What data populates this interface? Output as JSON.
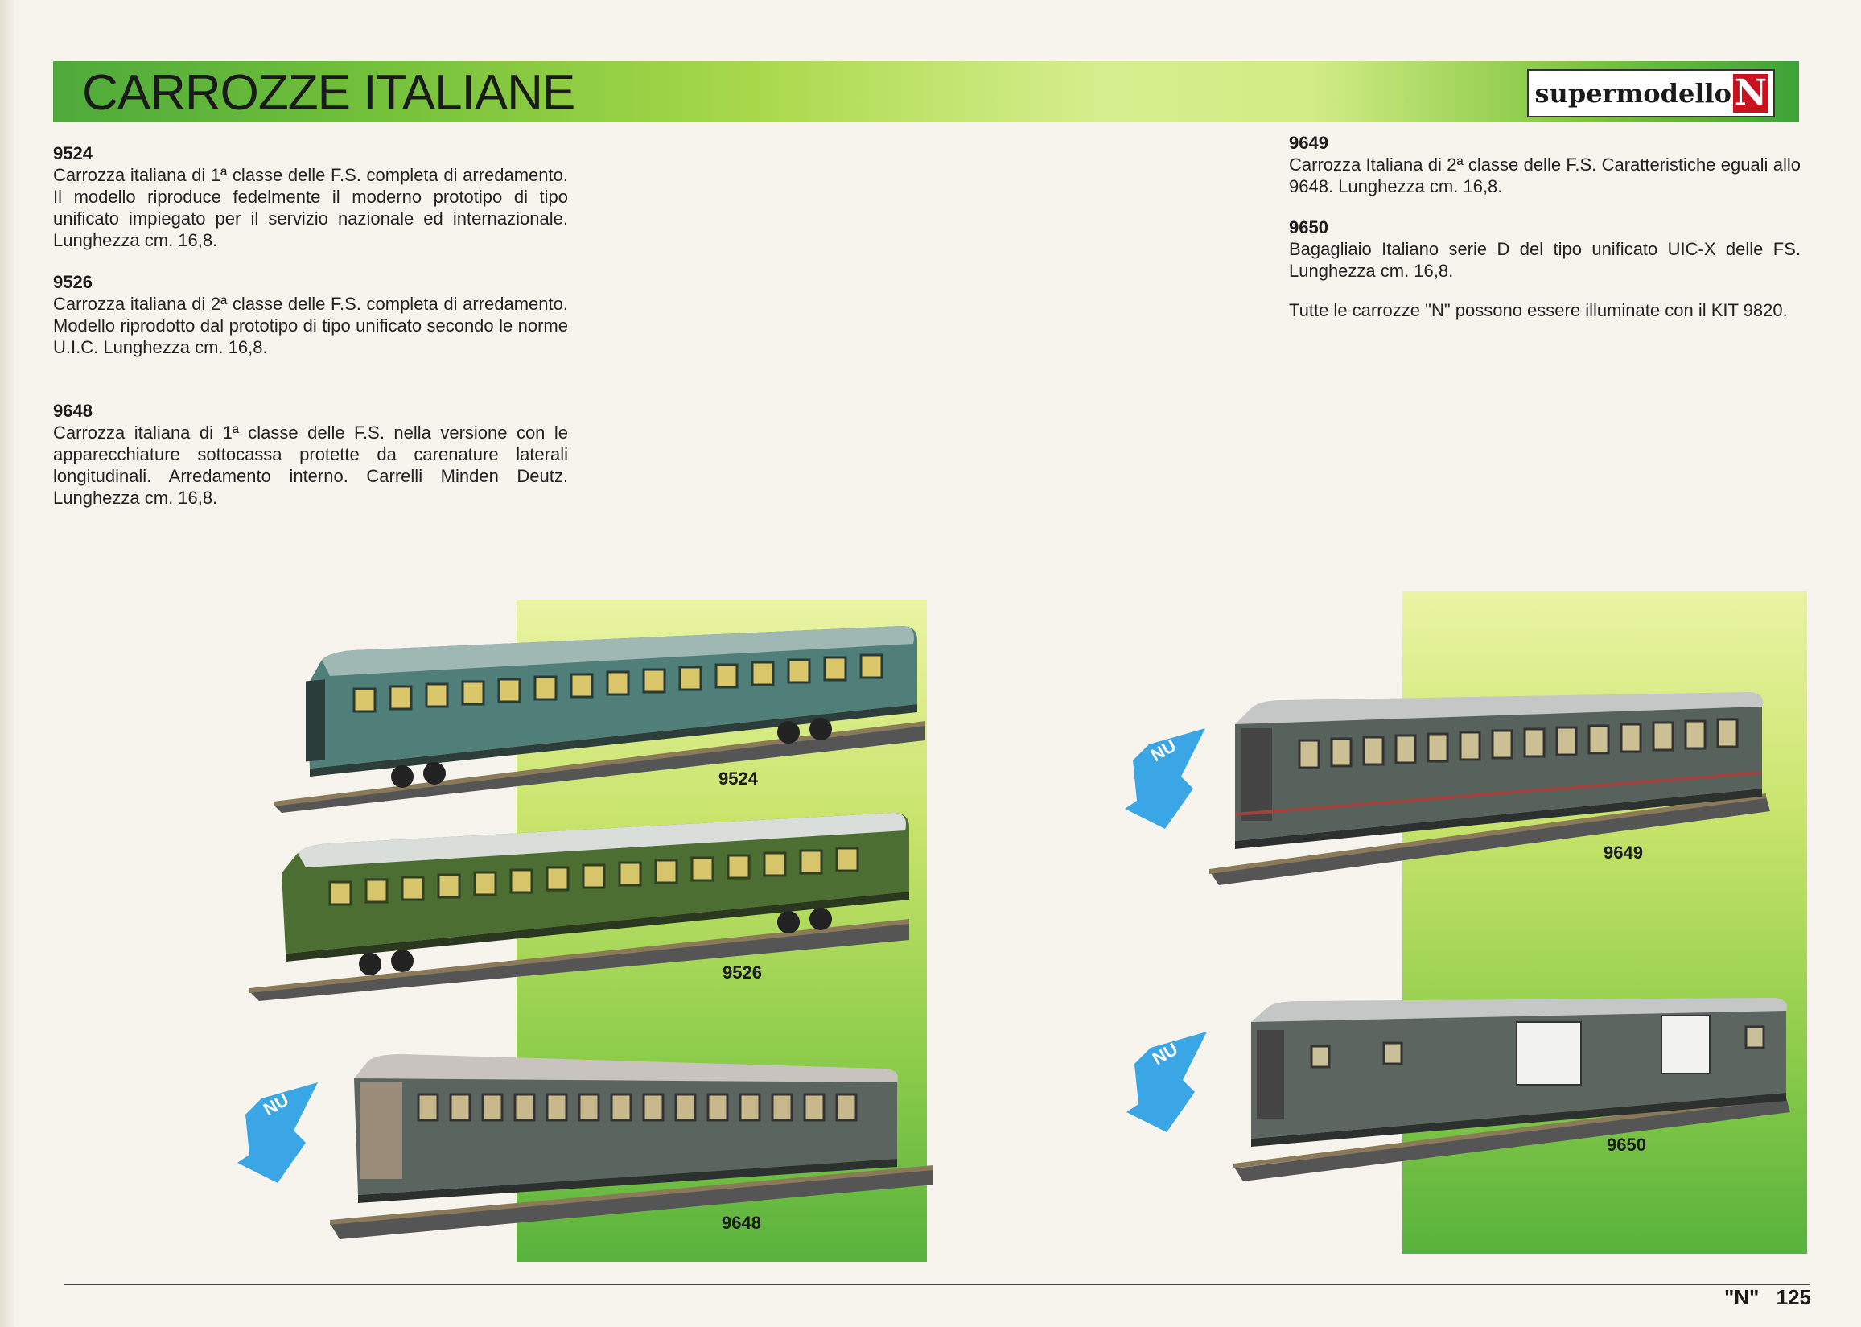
{
  "header": {
    "title": "CARROZZE ITALIANE",
    "brand_text": "supermodello",
    "brand_letter": "N"
  },
  "entries_left": [
    {
      "code": "9524",
      "description": "Carrozza italiana di 1ª classe delle F.S. completa di arredamento. Il modello riproduce fedelmente il moderno prototipo di tipo unificato impiegato per il servizio nazionale ed internazionale. Lunghezza cm. 16,8."
    },
    {
      "code": "9526",
      "description": "Carrozza italiana di 2ª classe delle F.S. completa di arredamento. Modello riprodotto dal prototipo di tipo unificato secondo le norme U.I.C. Lunghezza cm. 16,8."
    },
    {
      "code": "9648",
      "description": "Carrozza italiana di 1ª classe delle F.S. nella versione con le apparecchiature sottocassa protette da carenature laterali longitudinali. Arredamento interno. Carrelli Minden Deutz. Lunghezza cm. 16,8."
    }
  ],
  "entries_right": [
    {
      "code": "9649",
      "description": "Carrozza Italiana di 2ª classe delle F.S. Caratteristiche eguali allo 9648. Lunghezza cm. 16,8."
    },
    {
      "code": "9650",
      "description": "Bagagliaio Italiano serie D del tipo unificato UIC-X delle FS. Lunghezza cm. 16,8."
    }
  ],
  "note": "Tutte le carrozze \"N\" possono essere illuminate con il KIT 9820.",
  "models": {
    "m9524": "9524",
    "m9526": "9526",
    "m9648": "9648",
    "m9649": "9649",
    "m9650": "9650"
  },
  "new_badge_text": "NU",
  "footer": {
    "scale_label": "\"N\"",
    "page_number": "125"
  },
  "colors": {
    "header_green": "#72c03a",
    "panel_green": "#8ccc4a",
    "new_arrow_blue": "#3aa6e6",
    "brand_red": "#c8121e"
  }
}
